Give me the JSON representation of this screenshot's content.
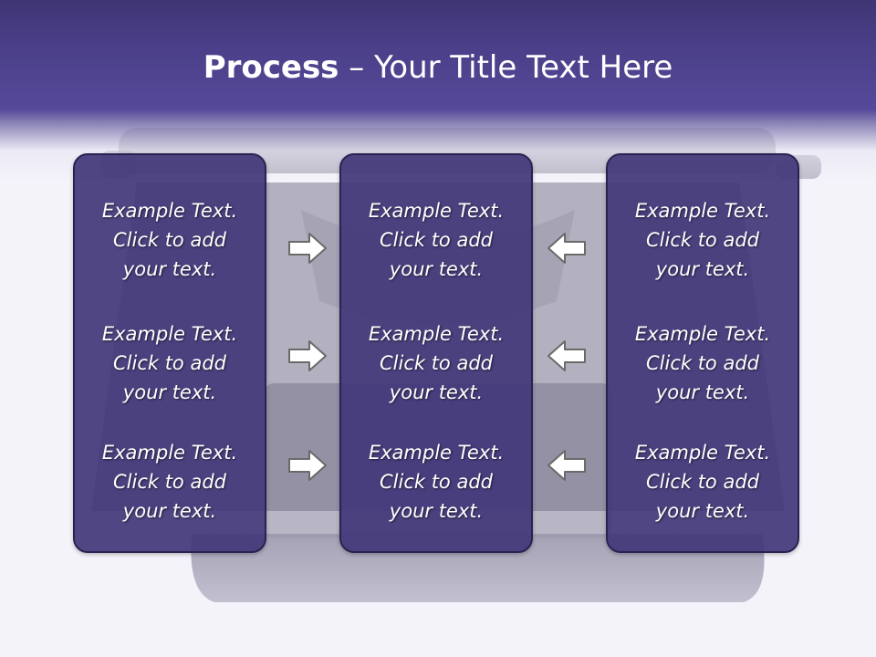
{
  "title": {
    "bold": "Process",
    "rest": " – Your Title Text Here"
  },
  "panels": {
    "left": [
      {
        "l1": "Example Text.",
        "l2": "Click  to add",
        "l3": "your text."
      },
      {
        "l1": "Example Text.",
        "l2": "Click  to add",
        "l3": "your text."
      },
      {
        "l1": "Example Text.",
        "l2": "Click  to add",
        "l3": "your text."
      }
    ],
    "middle": [
      {
        "l1": "Example Text.",
        "l2": "Click  to add",
        "l3": "your text."
      },
      {
        "l1": "Example Text.",
        "l2": "Click  to add",
        "l3": "your text."
      },
      {
        "l1": "Example Text.",
        "l2": "Click  to add",
        "l3": "your text."
      }
    ],
    "right": [
      {
        "l1": "Example Text.",
        "l2": "Click  to add",
        "l3": "your text."
      },
      {
        "l1": "Example Text.",
        "l2": "Click  to add",
        "l3": "your text."
      },
      {
        "l1": "Example Text.",
        "l2": "Click  to add",
        "l3": "your text."
      }
    ]
  },
  "icons": {
    "left_arrows": "arrow-right-icon",
    "right_arrows": "arrow-left-icon",
    "background": "typewriter-illustration"
  },
  "colors": {
    "header": "#4a3f88",
    "panel": "#43387a",
    "panel_border": "#2a2250",
    "text": "#ffffff",
    "arrow_fill": "#ffffff",
    "arrow_stroke": "#6a6a6a"
  }
}
